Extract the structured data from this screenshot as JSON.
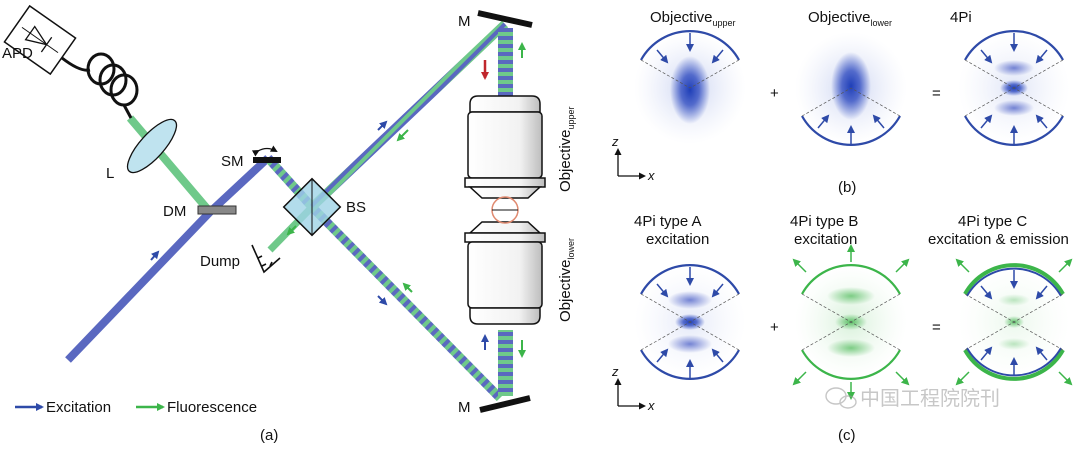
{
  "panel_a": {
    "labels": {
      "apd": "APD",
      "lens": "L",
      "dichroic": "DM",
      "scan_mirror": "SM",
      "beamsplitter": "BS",
      "dump": "Dump",
      "mirror_top": "M",
      "mirror_bottom": "M",
      "objective_upper_main": "Objective",
      "objective_upper_sub": "upper",
      "objective_lower_main": "Objective",
      "objective_lower_sub": "lower"
    },
    "legend": {
      "excitation": "Excitation",
      "fluorescence": "Fluorescence"
    },
    "caption": "(a)"
  },
  "panel_b": {
    "obj_upper_main": "Objective",
    "obj_upper_sub": "upper",
    "obj_lower_main": "Objective",
    "obj_lower_sub": "lower",
    "result": "4Pi",
    "plus": "+",
    "equals": "=",
    "axis_z": "z",
    "axis_x": "x",
    "caption": "(b)"
  },
  "panel_c": {
    "typeA_line1": "4Pi type A",
    "typeA_line2": "excitation",
    "typeB_line1": "4Pi type B",
    "typeB_line2": "excitation",
    "typeC_line1": "4Pi type C",
    "typeC_line2": "excitation & emission",
    "plus": "+",
    "equals": "=",
    "axis_z": "z",
    "axis_x": "x",
    "caption": "(c)"
  },
  "watermark": "中国工程院院刊",
  "colors": {
    "excitation": "#2e4aa8",
    "fluorescence": "#3cb54a",
    "beam_blue": "#5a68c0",
    "beam_green": "#7bd08a"
  }
}
